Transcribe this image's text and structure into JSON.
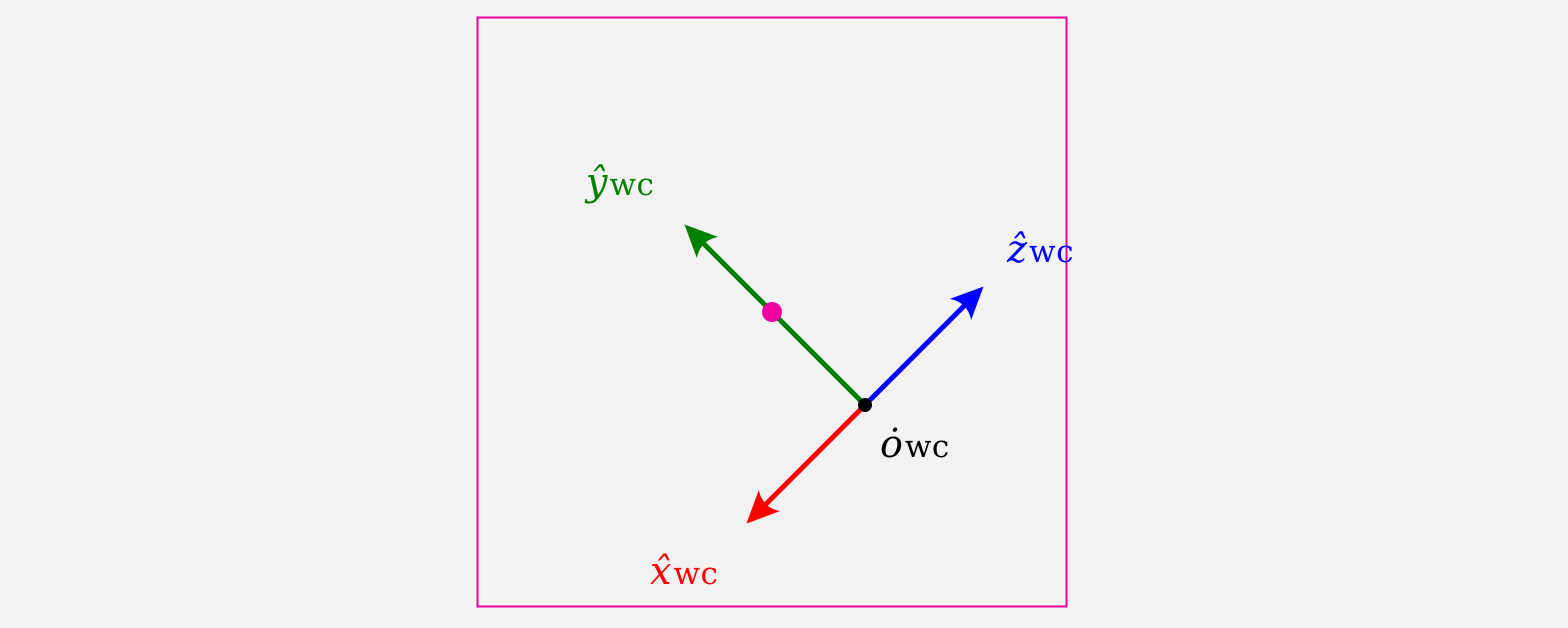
{
  "diagram": {
    "background_color": "#f2f2f2",
    "frame_color": "#ee00a0",
    "marker_color": "#ee00a0",
    "origin_color": "#000000",
    "axes": {
      "x": {
        "symbol": "x̂",
        "subscript": "wc",
        "color": "#ff0000"
      },
      "y": {
        "symbol": "ŷ",
        "subscript": "wc",
        "color": "#008000"
      },
      "z": {
        "symbol": "ẑ",
        "subscript": "wc",
        "color": "#0000ff"
      }
    },
    "origin": {
      "symbol": "ȯ",
      "subscript": "wc"
    }
  }
}
